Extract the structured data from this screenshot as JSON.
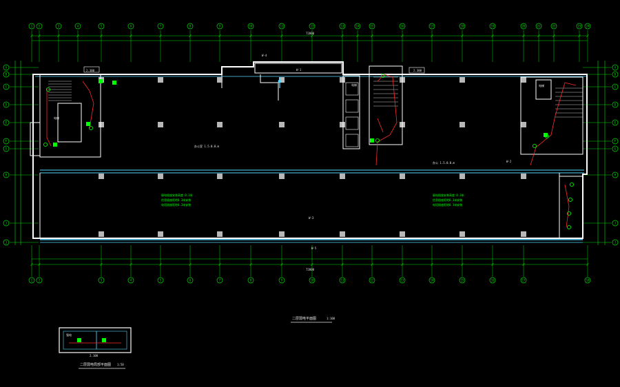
{
  "drawing": {
    "background": "#000000",
    "palette": {
      "grid": "#00e000",
      "wall": "#ffffff",
      "window": "#55d8ff",
      "column": "#b8b8b8",
      "equipment": "#00ff00",
      "wiring": "#ff2a2a",
      "annotation": "#e8e8e8"
    },
    "main_plan_title": "二层弱电平面图",
    "main_plan_scale": "1:100",
    "detail_plan_title": "二层弱电局部平面图",
    "detail_plan_scale": "1:50",
    "detail_label": "强电",
    "detail_dim": "2.100",
    "axes_top": [
      "1",
      "2",
      "3",
      "4",
      "5",
      "6",
      "7",
      "8",
      "9",
      "10",
      "11",
      "12",
      "13",
      "14",
      "15",
      "16",
      "17",
      "18",
      "19",
      "20",
      "21",
      "22",
      "23",
      "24"
    ],
    "axes_bottom": [
      "1",
      "2",
      "3",
      "4",
      "5",
      "6",
      "7",
      "8",
      "9",
      "10",
      "11",
      "12",
      "13",
      "14",
      "15",
      "16",
      "17",
      "18"
    ],
    "axes_left": [
      "A",
      "B",
      "C",
      "D",
      "E",
      "F",
      "G",
      "H",
      "J"
    ],
    "axes_right": [
      "A",
      "B",
      "C",
      "D",
      "E",
      "F",
      "G",
      "H",
      "J"
    ],
    "overall_dim": "72000",
    "room_labels": {
      "office_north": "办公室 1.5.0.0.m",
      "office_east": "办公 1.5.0.0.m",
      "elevator": "电梯",
      "note_left": [
        "弱电插座安装高度:0.3米",
        "信息插座距地0.3米安装",
        "电话插座距地0.3米安装"
      ],
      "note_right": [
        "弱电插座安装高度:0.3米",
        "信息插座距地0.3米安装",
        "电话插座距地0.3米安装"
      ]
    },
    "tags": [
      "2.300",
      "2.300",
      "W-1",
      "W-2",
      "W-3",
      "W-4",
      "W-5"
    ]
  }
}
